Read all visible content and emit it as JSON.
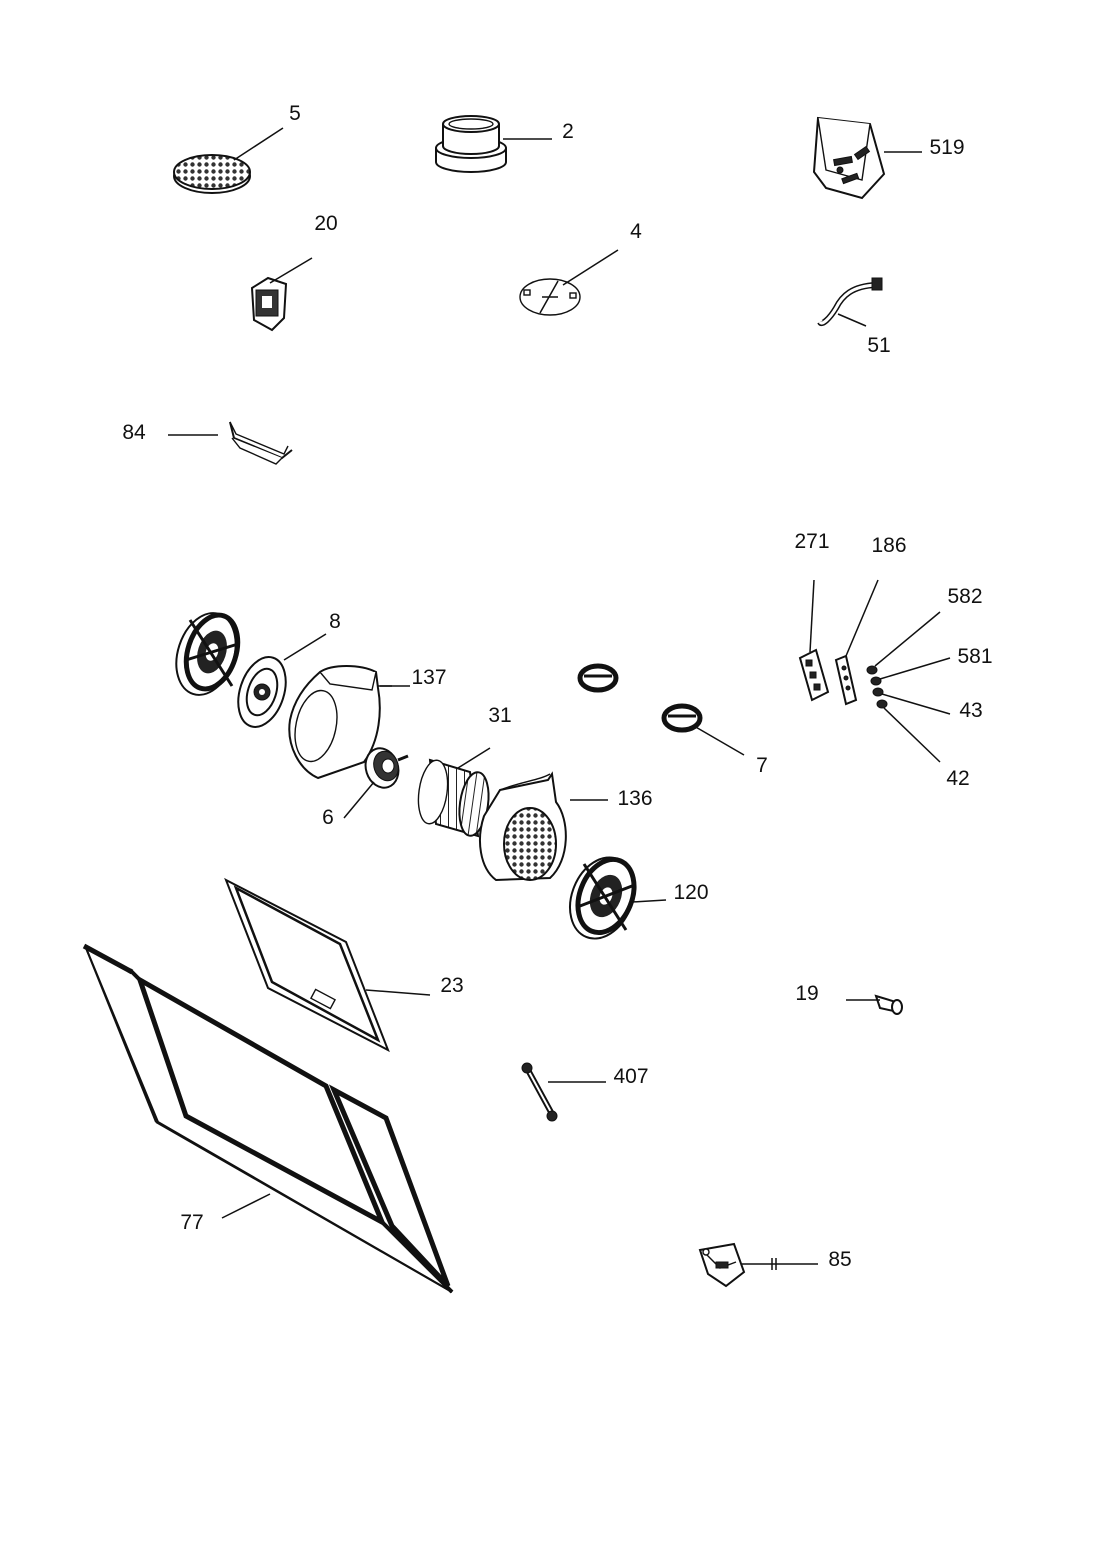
{
  "diagram": {
    "callouts": [
      {
        "id": "p5",
        "label": "5"
      },
      {
        "id": "p2",
        "label": "2"
      },
      {
        "id": "p519",
        "label": "519"
      },
      {
        "id": "p20",
        "label": "20"
      },
      {
        "id": "p4",
        "label": "4"
      },
      {
        "id": "p51",
        "label": "51"
      },
      {
        "id": "p84",
        "label": "84"
      },
      {
        "id": "p271",
        "label": "271"
      },
      {
        "id": "p186",
        "label": "186"
      },
      {
        "id": "p582",
        "label": "582"
      },
      {
        "id": "p581",
        "label": "581"
      },
      {
        "id": "p43",
        "label": "43"
      },
      {
        "id": "p42",
        "label": "42"
      },
      {
        "id": "p8",
        "label": "8"
      },
      {
        "id": "p137",
        "label": "137"
      },
      {
        "id": "p6",
        "label": "6"
      },
      {
        "id": "p31",
        "label": "31"
      },
      {
        "id": "p7",
        "label": "7"
      },
      {
        "id": "p136",
        "label": "136"
      },
      {
        "id": "p120",
        "label": "120"
      },
      {
        "id": "p23",
        "label": "23"
      },
      {
        "id": "p19",
        "label": "19"
      },
      {
        "id": "p407",
        "label": "407"
      },
      {
        "id": "p77",
        "label": "77"
      },
      {
        "id": "p85",
        "label": "85"
      }
    ]
  }
}
